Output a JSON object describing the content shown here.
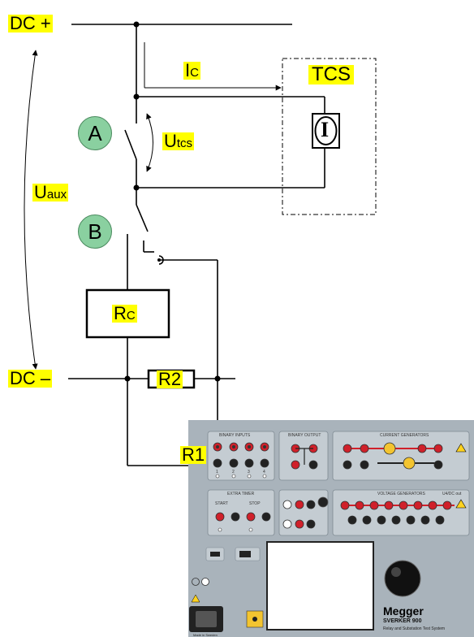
{
  "diagram": {
    "nodes": {
      "dc_plus": "DC +",
      "dc_minus": "DC –",
      "ic": "I",
      "ic_sub": "C",
      "tcs": "TCS",
      "tcs_symbol": "I",
      "a": "A",
      "b": "B",
      "utcs": "U",
      "utcs_sub": "tcs",
      "uaux": "U",
      "uaux_sub": "aux",
      "rc": "R",
      "rc_sub": "C",
      "r2": "R2",
      "r1": "R1"
    },
    "colors": {
      "label_highlight": "#ffff00",
      "contact_circle": "#8ad0a0",
      "wire": "#000000",
      "panel_bg": "#a9b3bb",
      "terminal_red": "#d0202a"
    }
  },
  "instrument": {
    "sections": {
      "binary_inputs": "BINARY INPUTS",
      "binary_output": "BINARY OUTPUT",
      "current_generators": "CURRENT GENERATORS",
      "extra_timer": "EXTRA TIMER",
      "voltage_generators": "VOLTAGE GENERATORS",
      "u4dc_out": "U4/DC out",
      "start": "START",
      "stop": "STOP"
    },
    "binary_input_numbers": [
      "1",
      "2",
      "3",
      "4"
    ],
    "brand": "Megger",
    "model": "SVERKER 900",
    "tagline": "Relay and Substation Test System",
    "made_in": "Made in Sweden"
  }
}
